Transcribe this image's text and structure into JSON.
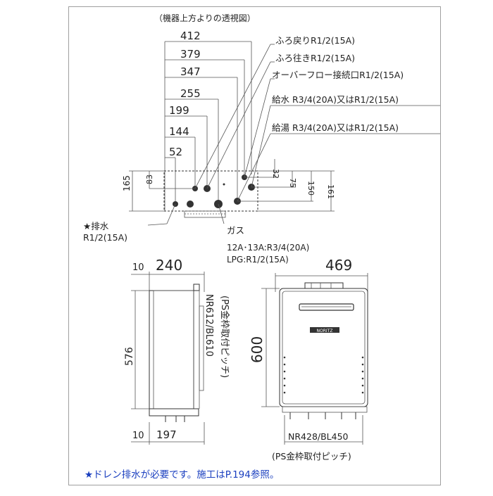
{
  "top_view": {
    "caption": "（機器上方よりの透視図）",
    "dims_horizontal": [
      "412",
      "379",
      "347",
      "255",
      "199",
      "144",
      "52"
    ],
    "dims_vertical_left": [
      "165",
      "83"
    ],
    "dims_vertical_right": [
      "32",
      "75",
      "150",
      "161"
    ],
    "connections": [
      "ふろ戻りR1/2(15A)",
      "ふろ往きR1/2(15A)",
      "オーバーフロー接続口R1/2(15A)",
      "給水 R3/4(20A)又はR1/2(15A)",
      "給湯 R3/4(20A)又はR1/2(15A)"
    ],
    "drain_line1": "★排水",
    "drain_line2": "R1/2(15A)",
    "gas_label": "ガス",
    "gas_spec1": "12A･13A:R3/4(20A)",
    "gas_spec2": "LPG:R1/2(15A)"
  },
  "side_view": {
    "dim_top_small": "10",
    "dim_top_large": "240",
    "dim_height": "576",
    "dim_bottom_small": "10",
    "dim_bottom_large": "197",
    "pitch_model": "NR612/BL610",
    "pitch_note": "(PS金枠取付ピッチ)"
  },
  "front_view": {
    "dim_width": "469",
    "dim_height": "600",
    "brand": "NORITZ",
    "pitch_model": "NR428/BL450",
    "pitch_note": "(PS金枠取付ピッチ)"
  },
  "footer_note": "★ドレン排水が必要です。施工はP.194参照。",
  "colors": {
    "note": "#1a3fbf",
    "line": "#333333",
    "frame": "#555555"
  }
}
